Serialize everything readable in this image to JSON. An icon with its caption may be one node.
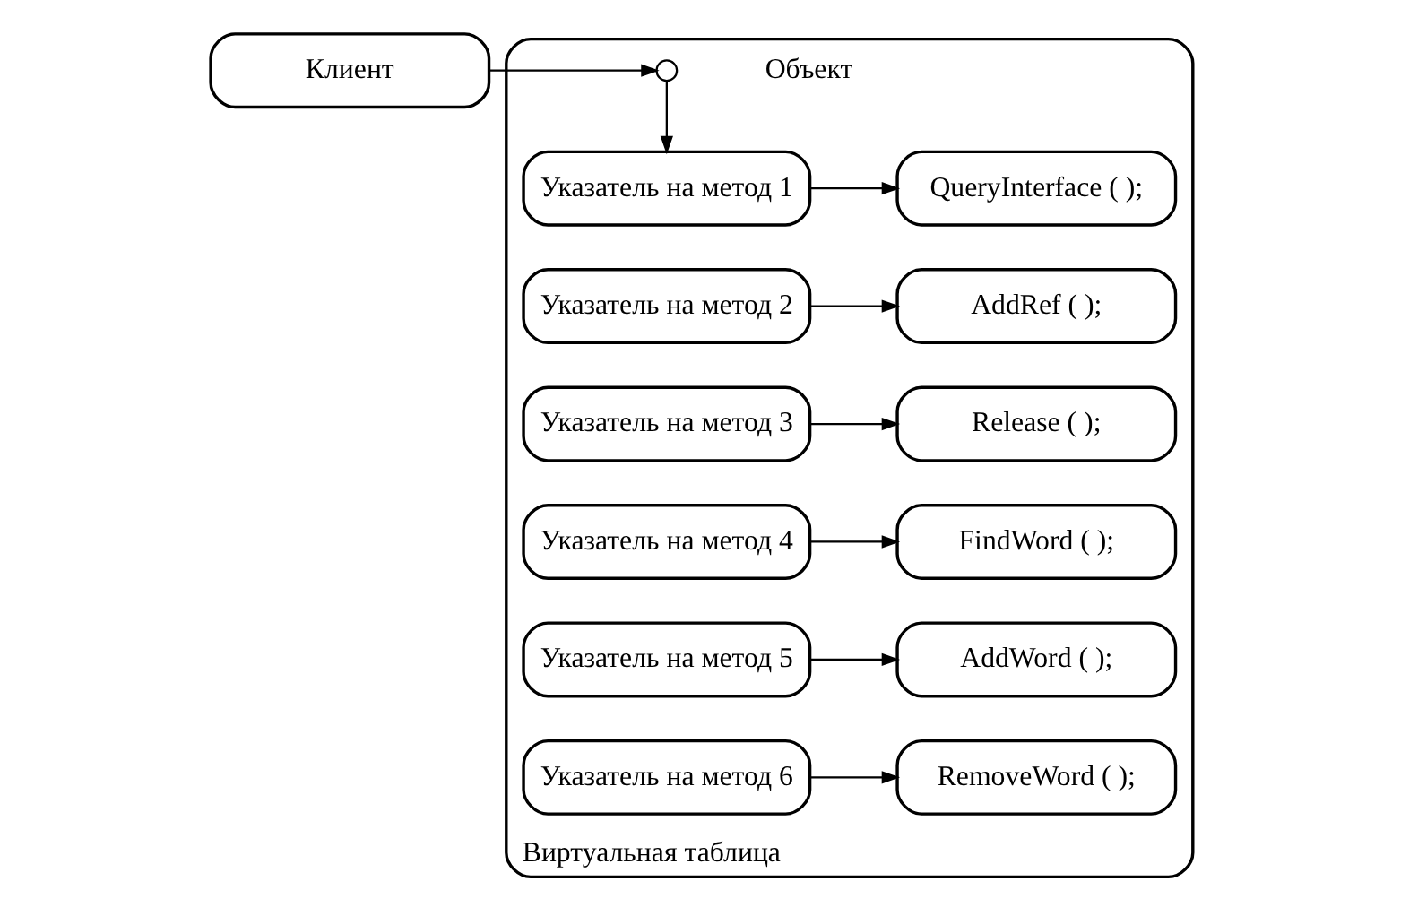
{
  "diagram": {
    "nodes": [
      {
        "text": [
          "Клиент"
        ]
      },
      {
        "text": [
          "Виртуальная таблица"
        ]
      },
      {
        "text": [],
        "shape": "circle",
        "beside": [
          "Объект"
        ],
        "in": 1
      },
      {
        "text": [
          "Указатель на метод 1"
        ],
        "in": 1
      },
      {
        "text": [
          "QueryInterface ( );"
        ],
        "in": 1
      },
      {
        "text": [
          "Указатель на метод 2"
        ],
        "in": 1
      },
      {
        "text": [
          "AddRef ( );"
        ],
        "in": 1
      },
      {
        "text": [
          "Указатель на метод 3"
        ],
        "in": 1
      },
      {
        "text": [
          "Release ( );"
        ],
        "in": 1
      },
      {
        "text": [
          "Указатель на метод 4"
        ],
        "in": 1
      },
      {
        "text": [
          "FindWord ( );"
        ],
        "in": 1
      },
      {
        "text": [
          "Указатель на метод 5"
        ],
        "in": 1
      },
      {
        "text": [
          "AddWord ( );"
        ],
        "in": 1
      },
      {
        "text": [
          "Указатель на метод 6"
        ],
        "in": 1
      },
      {
        "text": [
          "RemoveWord ( );"
        ],
        "in": 1
      }
    ],
    "edges": [
      {
        "from": 0,
        "to": 2,
        "arrow": "to"
      },
      {
        "from": 2,
        "to": 3,
        "arrow": "to"
      },
      {
        "from": 3,
        "to": 4,
        "arrow": "to"
      },
      {
        "from": 5,
        "to": 6,
        "arrow": "to"
      },
      {
        "from": 7,
        "to": 8,
        "arrow": "to"
      },
      {
        "from": 9,
        "to": 10,
        "arrow": "to"
      },
      {
        "from": 11,
        "to": 12,
        "arrow": "to"
      },
      {
        "from": 13,
        "to": 14,
        "arrow": "to"
      }
    ]
  }
}
